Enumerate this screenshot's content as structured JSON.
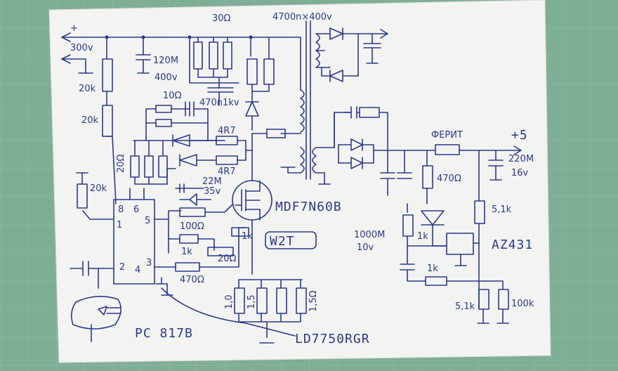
{
  "labels": {
    "plus_top": "+",
    "v300": "300v",
    "minus": "—",
    "r20k_a": "20k",
    "r20k_b": "20k",
    "r20k_c": "20k",
    "c120m": "120M",
    "c120v": "400v",
    "r30": "30Ω",
    "c4700": "4700n×400v",
    "r10": "10Ω",
    "c470n": "470n1kv",
    "r4r7a": "4R7",
    "r4r7b": "4R7",
    "c22m": "22M",
    "c22v": "35v",
    "r20o": "20Ω",
    "mosfet": "MDF7N60B",
    "ic_pin8": "8",
    "ic_pin6": "6",
    "ic_pin1": "1",
    "ic_pin5": "5",
    "ic_pin2": "2",
    "ic_pin4": "4",
    "ic_pin3": "3",
    "r100": "100Ω",
    "r1k_a": "1k",
    "r1k_b": "1k",
    "r20o_b": "20Ω",
    "w2t": "W2T",
    "r470_ic": "470Ω",
    "r1_0": "1,0",
    "r1_5a": "1,5",
    "r1_5b": "1,5Ω",
    "ld": "LD7750RGR",
    "pc": "PC 817B",
    "ferit": "ФЕРИТ",
    "plus5": "+5",
    "c220m": "220M",
    "c220v": "16v",
    "r470_out": "470Ω",
    "r5_1k_a": "5,1k",
    "c1000m": "1000M",
    "c1000v": "10v",
    "r1k_c": "1k",
    "r1k_d": "1k",
    "az": "AZ431",
    "r5_1k_b": "5,1k",
    "r100k": "100k"
  },
  "colors": {
    "ink": "#2a3a8c",
    "paper": "#f4f4f2",
    "background": "#7fae96"
  }
}
